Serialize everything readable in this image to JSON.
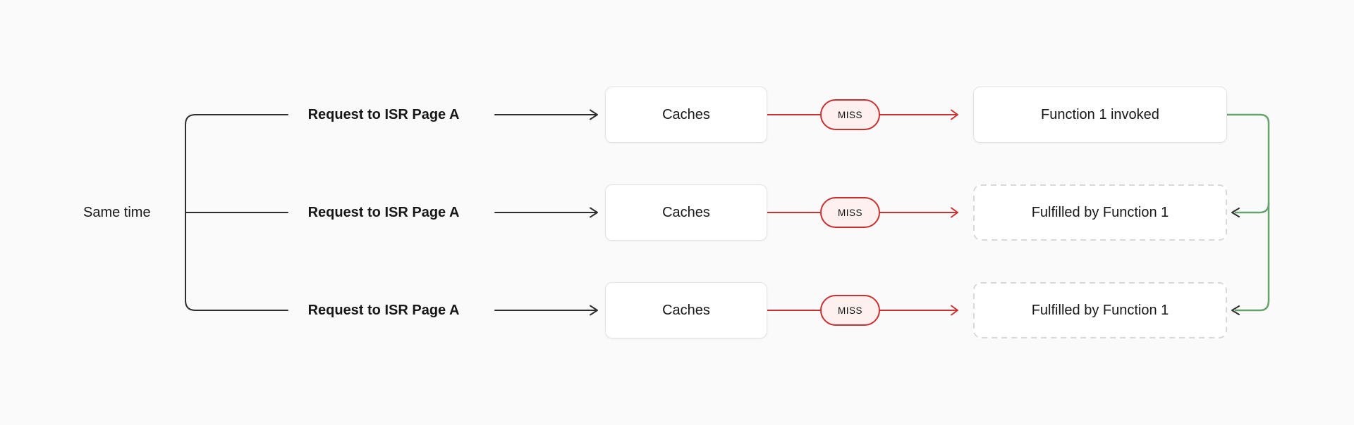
{
  "diagram": {
    "left_label": "Same time",
    "rows": [
      {
        "request": "Request to ISR Page A",
        "cache": "Caches",
        "badge": "MISS",
        "result": "Function 1 invoked",
        "result_border": "solid"
      },
      {
        "request": "Request to ISR Page A",
        "cache": "Caches",
        "badge": "MISS",
        "result": "Fulfilled by Function 1",
        "result_border": "dashed"
      },
      {
        "request": "Request to ISR Page A",
        "cache": "Caches",
        "badge": "MISS",
        "result": "Fulfilled by Function 1",
        "result_border": "dashed"
      }
    ],
    "colors": {
      "background": "#fafafa",
      "line_dark": "#2e2e2e",
      "red_line": "#cb3131",
      "red_badge_border": "#c92f2f",
      "red_badge_fill": "#fdf0ef",
      "green_line": "#67a36f",
      "box_border": "#e3e3e3",
      "dashed_border": "#d8d8d8",
      "text": "#171717"
    }
  }
}
